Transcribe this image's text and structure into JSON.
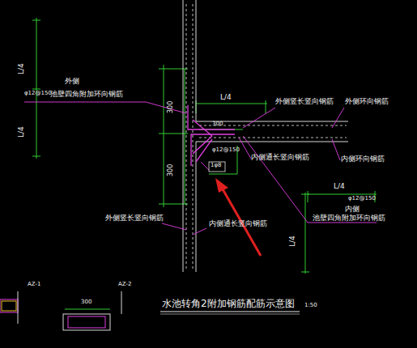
{
  "diagram": {
    "title": "水池转角2附加钢筋配筋示意图",
    "labels": [
      "L/4",
      "L/4",
      "外侧",
      "φ12@150",
      "池壁四角附加环向钢筋",
      "300",
      "300",
      "L/4",
      "外侧竖长竖向钢筋",
      "外侧环向钢筋",
      "300",
      "φ12@150",
      "1φ8",
      "内侧通长竖向钢筋",
      "内侧环向钢筋",
      "L/4",
      "φ12@150",
      "内侧",
      "池壁四角附加环向钢筋",
      "L/4",
      "外侧竖长竖向钢筋",
      "内侧通长竖向钢筋",
      "1:50",
      "AZ-1",
      "AZ-2",
      "300"
    ]
  }
}
